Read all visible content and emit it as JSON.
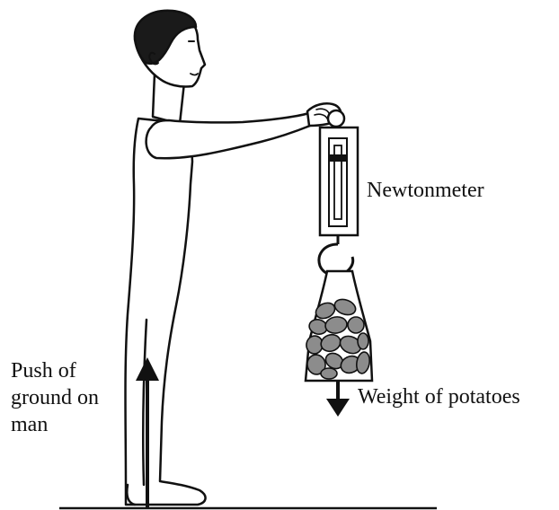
{
  "labels": {
    "newtonmeter": "Newtonmeter",
    "weight": "Weight of potatoes",
    "push_line1": "Push of",
    "push_line2": "ground on",
    "push_line3": "man"
  },
  "colors": {
    "ink": "#111111",
    "potato": "#8c8c8c",
    "skin": "#ffffff",
    "hair": "#1a1a1a"
  }
}
